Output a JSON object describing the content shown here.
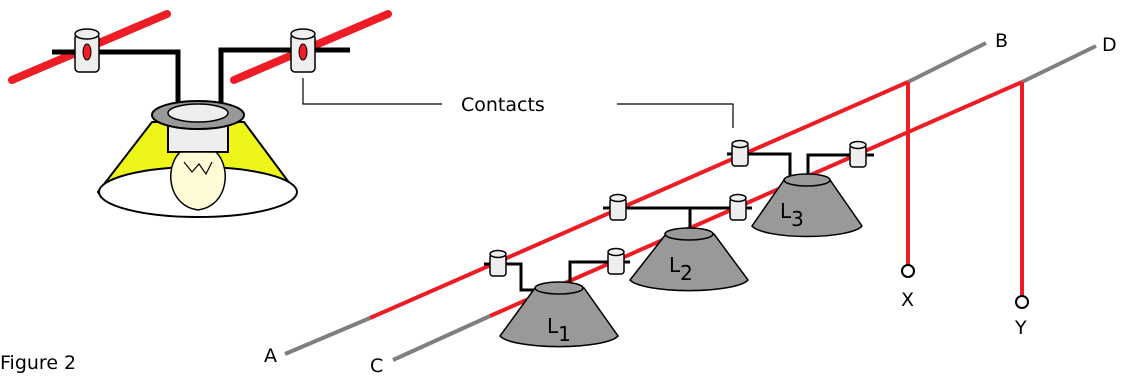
{
  "figure_label": "Figure 2",
  "callout_label": "Contacts",
  "line_labels": {
    "a": "A",
    "b": "B",
    "c": "C",
    "d": "D"
  },
  "terminals": {
    "x": "X",
    "y": "Y"
  },
  "lamps": [
    {
      "letter": "L",
      "index": "1"
    },
    {
      "letter": "L",
      "index": "2"
    },
    {
      "letter": "L",
      "index": "3"
    }
  ],
  "colors": {
    "conductor": "#ee1c24",
    "uninsulated": "#7f7f7f",
    "shade": "#999999",
    "light": "#eef518",
    "bulb": "#fefcd6",
    "contact": "#eeeeee"
  }
}
